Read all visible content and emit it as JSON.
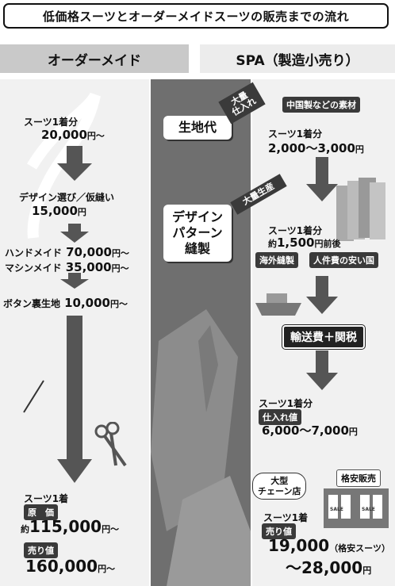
{
  "title": "低価格スーツとオーダーメイドスーツの販売までの流れ",
  "left_header": "オーダーメイド",
  "right_header": "SPA（製造小売り）",
  "middle": {
    "fabric": "生地代",
    "design_line1": "デザイン",
    "design_line2": "パターン",
    "design_line3": "縫製"
  },
  "left": {
    "suit1_label": "スーツ1着分",
    "suit1_price": "20,000",
    "suit1_unit": "円〜",
    "design_label": "デザイン選び／仮縫い",
    "design_price": "15,000",
    "design_unit": "円",
    "hand_label": "ハンドメイド",
    "hand_price": "70,000",
    "hand_unit": "円〜",
    "machine_label": "マシンメイド",
    "machine_price": "35,000",
    "machine_unit": "円〜",
    "button_label": "ボタン裏生地",
    "button_price": "10,000",
    "button_unit": "円〜",
    "total_label": "スーツ1着",
    "cost_tag": "原　価",
    "cost_prefix": "約",
    "cost_price": "115,000",
    "cost_unit": "円〜",
    "sale_tag": "売り値",
    "sale_price": "160,000",
    "sale_unit": "円〜"
  },
  "right": {
    "ribbon1_line1": "大量",
    "ribbon1_line2": "仕入れ",
    "material_tag": "中国製などの素材",
    "suit1_label": "スーツ1着分",
    "suit1_price": "2,000〜3,000",
    "suit1_unit": "円",
    "ribbon2": "大量生産",
    "suit2_label": "スーツ1着分",
    "suit2_prefix": "約",
    "suit2_price": "1,500",
    "suit2_unit": "円前後",
    "overseas_tag": "海外縫製",
    "labor_tag": "人件費の安い国",
    "shipping_box": "輸送費＋関税",
    "suit3_label": "スーツ1着分",
    "purchase_tag": "仕入れ値",
    "suit3_price": "6,000〜7,000",
    "suit3_unit": "円",
    "chain_line1": "大型",
    "chain_line2": "チェーン店",
    "discount_tag": "格安販売",
    "total_label": "スーツ1着",
    "sale_tag": "売り値",
    "sale_price1": "19,000",
    "sale_note": "（格安スーツ）",
    "sale_price2": "〜28,000",
    "sale_unit": "円",
    "sale_sign": "SALE"
  }
}
